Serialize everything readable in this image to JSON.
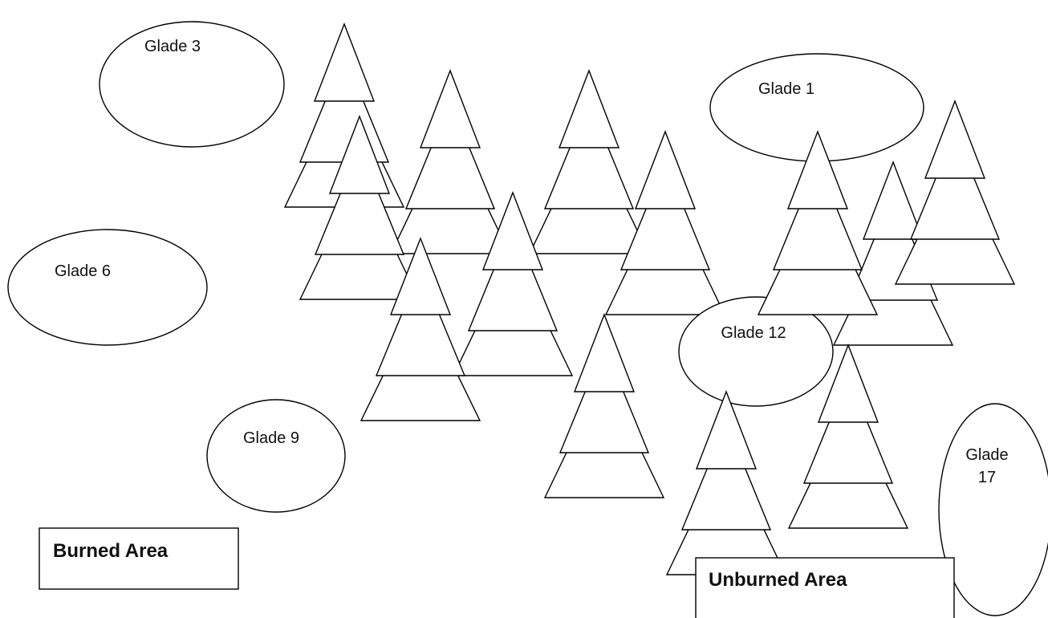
{
  "glades": [
    {
      "id": "glade-3",
      "lines": [
        "Glade 3"
      ]
    },
    {
      "id": "glade-1",
      "lines": [
        "Glade 1"
      ]
    },
    {
      "id": "glade-6",
      "lines": [
        "Glade 6"
      ]
    },
    {
      "id": "glade-12",
      "lines": [
        "Glade 12"
      ]
    },
    {
      "id": "glade-9",
      "lines": [
        "Glade 9"
      ]
    },
    {
      "id": "glade-17",
      "lines": [
        "Glade",
        "17"
      ]
    }
  ],
  "areas": {
    "burned": "Burned Area",
    "unburned": "Unburned Area"
  },
  "colors": {
    "stroke": "#000000",
    "fill": "#ffffff"
  },
  "icons": [
    "tree-icon"
  ]
}
